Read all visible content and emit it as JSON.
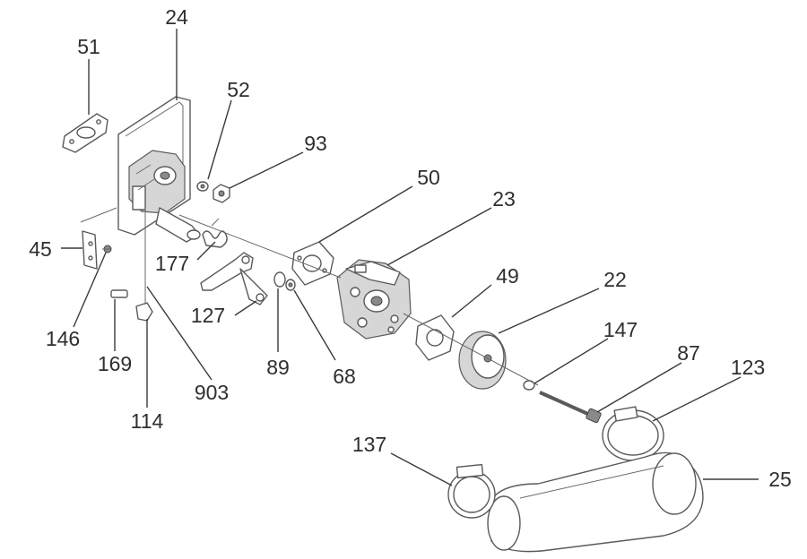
{
  "diagram": {
    "part_numbers": {
      "p51": "51",
      "p24": "24",
      "p52": "52",
      "p93": "93",
      "p50": "50",
      "p23": "23",
      "p45": "45",
      "p177": "177",
      "p49": "49",
      "p22": "22",
      "p146": "146",
      "p127": "127",
      "p147": "147",
      "p169": "169",
      "p89": "89",
      "p68": "68",
      "p87": "87",
      "p123": "123",
      "p903": "903",
      "p114": "114",
      "p137": "137",
      "p25": "25"
    }
  }
}
